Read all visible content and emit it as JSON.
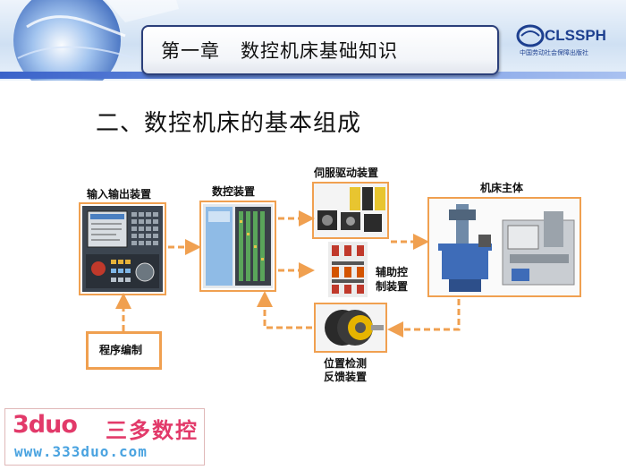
{
  "header": {
    "chapter_title": "第一章   数控机床基础知识",
    "logo_text": "CLSSPH",
    "logo_subtitle": "中国劳动社会保障出版社"
  },
  "slide": {
    "section_title": "二、数控机床的基本组成"
  },
  "diagram": {
    "io_device": "输入输出装置",
    "program": "程序编制",
    "cnc_device": "数控装置",
    "servo_drive": "伺服驱动装置",
    "aux_control_line1": "辅助控",
    "aux_control_line2": "制装置",
    "machine_body": "机床主体",
    "feedback_line1": "位置检测",
    "feedback_line2": "反馈装置"
  },
  "watermark": {
    "brand": "3duo",
    "cn_name": "三多数控",
    "url": "www.333duo.com"
  },
  "colors": {
    "arrow": "#f0a050",
    "header_rule": "#3a62c9",
    "title_border": "#2b3f7a",
    "watermark_pink": "#e23a6a",
    "watermark_blue": "#4aa3e0"
  }
}
